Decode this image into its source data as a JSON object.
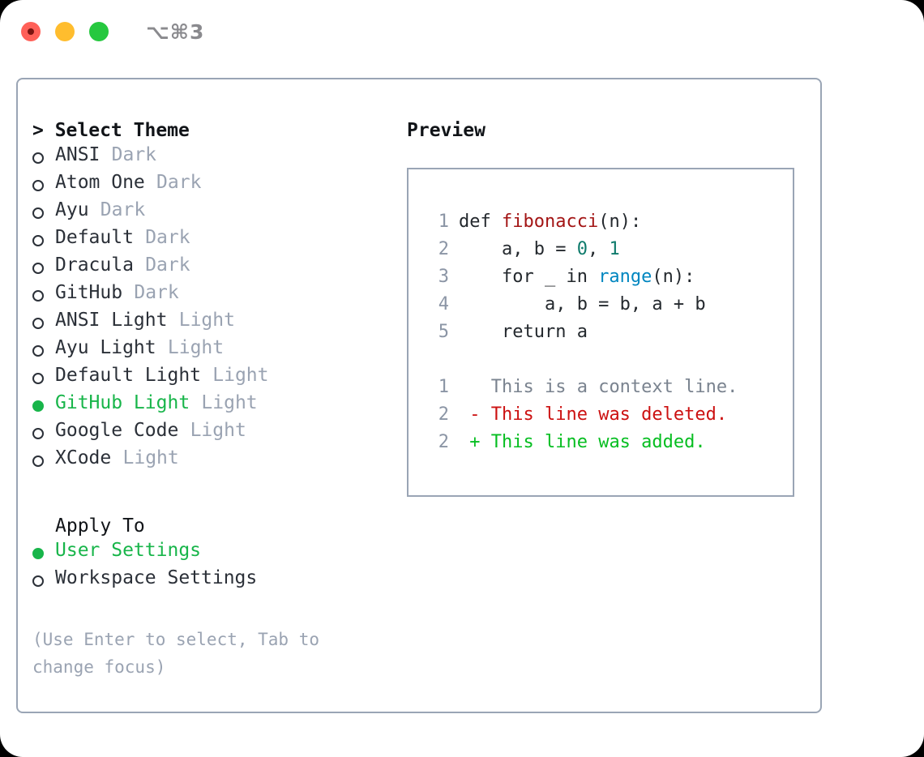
{
  "titlebar": {
    "shortcut": "⌥⌘3",
    "lights": [
      "close",
      "minimize",
      "zoom"
    ]
  },
  "theme_picker": {
    "heading": "> Select Theme",
    "items": [
      {
        "label": "ANSI",
        "badge": "Dark",
        "selected": false
      },
      {
        "label": "Atom One",
        "badge": "Dark",
        "selected": false
      },
      {
        "label": "Ayu",
        "badge": "Dark",
        "selected": false
      },
      {
        "label": "Default",
        "badge": "Dark",
        "selected": false
      },
      {
        "label": "Dracula",
        "badge": "Dark",
        "selected": false
      },
      {
        "label": "GitHub",
        "badge": "Dark",
        "selected": false
      },
      {
        "label": "ANSI Light",
        "badge": "Light",
        "selected": false
      },
      {
        "label": "Ayu Light",
        "badge": "Light",
        "selected": false
      },
      {
        "label": "Default Light",
        "badge": "Light",
        "selected": false
      },
      {
        "label": "GitHub Light",
        "badge": "Light",
        "selected": true
      },
      {
        "label": "Google Code",
        "badge": "Light",
        "selected": false
      },
      {
        "label": "XCode",
        "badge": "Light",
        "selected": false
      }
    ]
  },
  "apply_to": {
    "heading": "Apply To",
    "options": [
      {
        "label": "User Settings",
        "selected": true
      },
      {
        "label": "Workspace Settings",
        "selected": false
      }
    ]
  },
  "hint": "(Use Enter to select, Tab to change focus)",
  "preview": {
    "title": "Preview",
    "code_lines": [
      {
        "num": "1",
        "segments": [
          {
            "t": "def ",
            "c": "code-text"
          },
          {
            "t": "fibonacci",
            "c": "tok-fn"
          },
          {
            "t": "(n):",
            "c": "code-text"
          }
        ]
      },
      {
        "num": "2",
        "segments": [
          {
            "t": "    a, b = ",
            "c": "code-text"
          },
          {
            "t": "0",
            "c": "tok-num"
          },
          {
            "t": ", ",
            "c": "code-text"
          },
          {
            "t": "1",
            "c": "tok-num"
          }
        ]
      },
      {
        "num": "3",
        "segments": [
          {
            "t": "    for _ in ",
            "c": "code-text"
          },
          {
            "t": "range",
            "c": "tok-call"
          },
          {
            "t": "(n):",
            "c": "code-text"
          }
        ]
      },
      {
        "num": "4",
        "segments": [
          {
            "t": "        a, b = b, a + b",
            "c": "code-text"
          }
        ]
      },
      {
        "num": "5",
        "segments": [
          {
            "t": "    return a",
            "c": "code-text"
          }
        ]
      }
    ],
    "diff_lines": [
      {
        "num": "1",
        "marker": " ",
        "text": " This is a context line.",
        "kind": "diff-ctx"
      },
      {
        "num": "2",
        "marker": "-",
        "text": " This line was deleted.",
        "kind": "diff-del"
      },
      {
        "num": "2",
        "marker": "+",
        "text": " This line was added.",
        "kind": "diff-add"
      }
    ]
  },
  "colors": {
    "selection_green": "#18B54A",
    "border": "#9AA5B5",
    "muted": "#9AA3B2",
    "diff_added": "#06BE21",
    "diff_deleted": "#CC1111",
    "token_function": "#A31515",
    "token_number": "#0F7B6C",
    "token_call": "#0086C0"
  }
}
